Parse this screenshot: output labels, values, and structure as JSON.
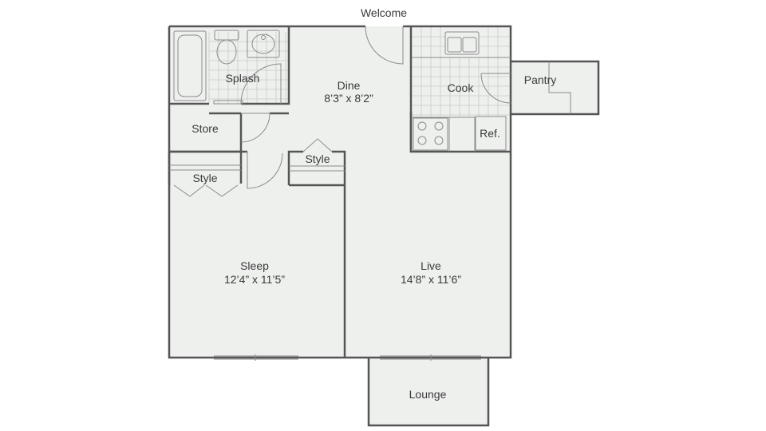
{
  "rooms": {
    "welcome": "Welcome",
    "splash": "Splash",
    "dine": {
      "name": "Dine",
      "dims": "8’3” x 8’2”"
    },
    "cook": "Cook",
    "pantry": "Pantry",
    "store": "Store",
    "style_left": "Style",
    "style_center": "Style",
    "ref": "Ref.",
    "sleep": {
      "name": "Sleep",
      "dims": "12’4” x 11’5”"
    },
    "live": {
      "name": "Live",
      "dims": "14’8” x 11’6”"
    },
    "lounge": "Lounge"
  },
  "colors": {
    "wall": "#555555",
    "floor": "#eef0ee",
    "tile_line": "#c9cbc9",
    "text": "#3a3a3a"
  }
}
